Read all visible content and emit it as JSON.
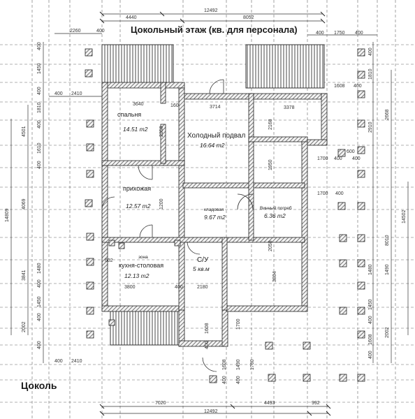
{
  "title": "Цокольный этаж (кв. для персонала)",
  "caption": "Цоколь",
  "rooms": [
    {
      "name": "спальня",
      "area": "14.51 m2"
    },
    {
      "name": "Холодный подвал",
      "area": "16.64 m2"
    },
    {
      "name": "прихожая",
      "area": "12.57 m2"
    },
    {
      "name": "кладовая",
      "area": "9.67 m2"
    },
    {
      "name": "Винный погреб",
      "area": "6.36 m2"
    },
    {
      "name": "зона",
      "area": ""
    },
    {
      "name": "кухня-столовая",
      "area": "12.13 m2"
    },
    {
      "name": "С/У",
      "area": "5 кв.м"
    }
  ],
  "dims": {
    "top_total": "12492",
    "top_left": "4440",
    "top_right": "8052",
    "top_a": "2260",
    "top_b": "400",
    "top_c": "400",
    "top_d": "1750",
    "top_e": "400",
    "row2_a": "400",
    "row2_b": "2410",
    "row2_c": "1608",
    "row2_d": "400",
    "room_1": "3640",
    "room_2": "160",
    "room_3": "3714",
    "room_4": "3378",
    "kitchen_1": "3800",
    "kitchen_2": "400",
    "kitchen_3": "2180",
    "bottom_a": "400",
    "bottom_b": "2410",
    "bottom_total": "12492",
    "bottom_1": "7020",
    "bottom_2": "4493",
    "bottom_3": "992",
    "bottom_v1": "1608",
    "bottom_v2": "400",
    "bottom_v3": "1608",
    "bottom_v4": "400",
    "bottom_v5": "1700",
    "bottom_v6": "1490",
    "bottom_v7": "400",
    "bottom_v8": "1760",
    "right_a": "1700",
    "right_b": "400",
    "right_c": "400",
    "right_d": "1700",
    "right_e": "400",
    "right_f": "600",
    "left_v1": "400",
    "left_v2": "1450",
    "left_v3": "400",
    "left_v4": "1810",
    "left_v5": "400",
    "left_v6": "4501",
    "left_v7": "1610",
    "left_v8": "400",
    "left_v9": "14809",
    "left_v10": "4069",
    "left_v11": "3841",
    "left_v12": "1480",
    "left_v13": "400",
    "left_v14": "1450",
    "left_v15": "400",
    "left_v16": "2002",
    "left_v17": "400",
    "right_v1": "400",
    "right_v2": "1810",
    "right_v3": "2668",
    "right_v4": "2910",
    "right_v5": "14502",
    "right_v6": "8010",
    "right_v7": "1480",
    "right_v8": "1490",
    "right_v9": "1450",
    "right_v10": "400",
    "right_v11": "2002",
    "right_v12": "1608",
    "right_v13": "400",
    "inner_1": "2168",
    "inner_2": "1950",
    "inner_3": "3804",
    "inner_4": "2358",
    "inner_5": "1200",
    "inner_6": "602",
    "inner_7": "2058"
  }
}
